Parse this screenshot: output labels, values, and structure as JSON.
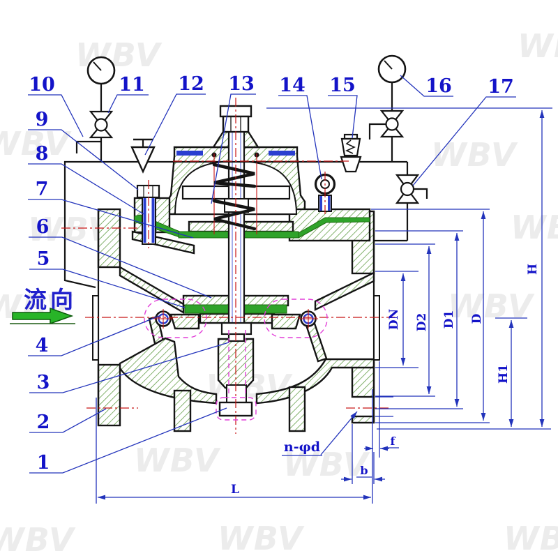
{
  "drawing": {
    "type": "valve-cross-section-engineering-drawing",
    "flow_direction": {
      "label": "流向"
    },
    "watermark": {
      "text": "WBV"
    },
    "callouts": [
      "1",
      "2",
      "3",
      "4",
      "5",
      "6",
      "7",
      "8",
      "9",
      "10",
      "11",
      "12",
      "13",
      "14",
      "15",
      "16",
      "17"
    ],
    "dimensions": {
      "dn": "DN",
      "d2": "D2",
      "d1": "D1",
      "d": "D",
      "h1": "H1",
      "h": "H",
      "l": "L",
      "b": "b",
      "f": "f",
      "bolt_pattern": "n-φd"
    },
    "colors": {
      "outline": "#141414",
      "dimension_blue": "#2233bb",
      "callout_blue": "#1313c8",
      "hatch_green": "#4f9130",
      "diaphragm_green": "#2fa32a",
      "flow_arrow_green": "#28b428",
      "centerline_red": "#c81414",
      "detail_magenta": "#e23ed8",
      "watermark_gray": "#e8e8e8"
    }
  }
}
